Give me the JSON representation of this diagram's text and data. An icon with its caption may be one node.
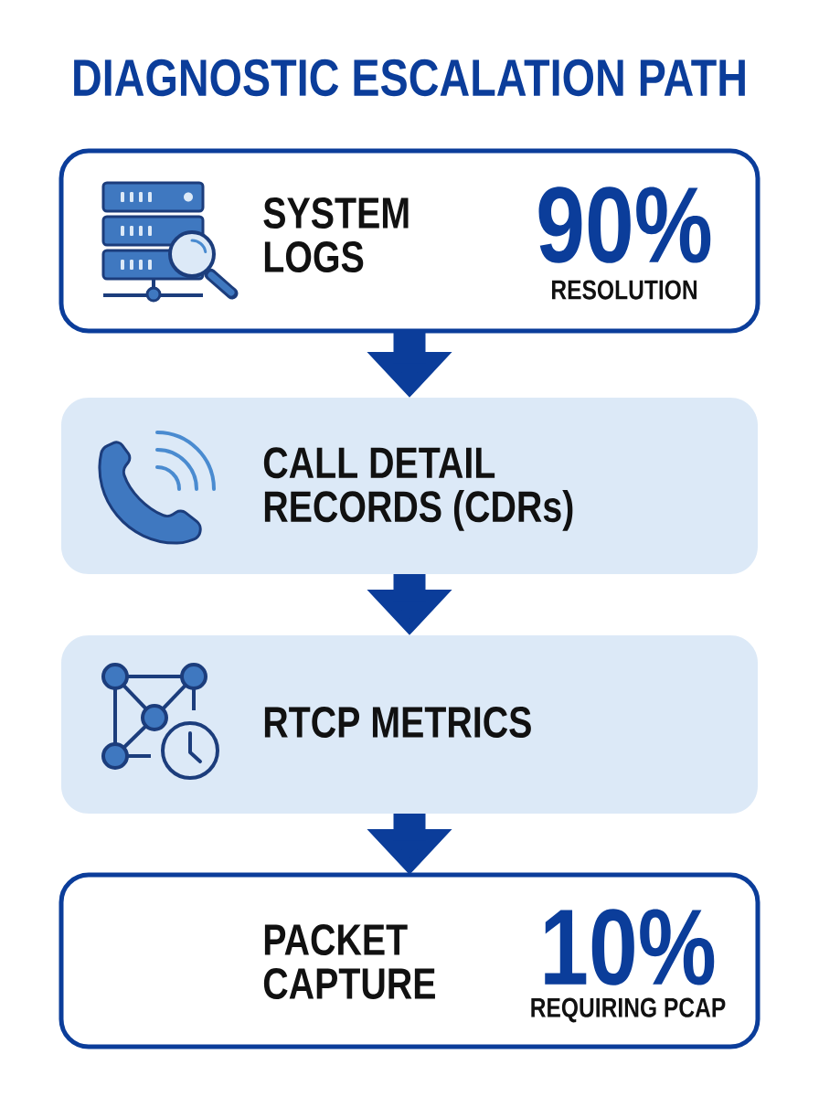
{
  "diagram": {
    "title": "DIAGNOSTIC ESCALATION PATH",
    "nodes": [
      {
        "text": [
          "SYSTEM LOGS",
          "90%",
          "RESOLUTION"
        ]
      },
      {
        "text": [
          "CALL DETAIL RECORDS (CDRs)"
        ]
      },
      {
        "text": [
          "RTCP METRICS"
        ]
      },
      {
        "text": [
          "PACKET CAPTURE",
          "10%",
          "REQUIRING PCAP"
        ]
      }
    ],
    "edges": [
      {
        "from": 0,
        "to": 1,
        "arrow": "to"
      },
      {
        "from": 1,
        "to": 2,
        "arrow": "to"
      },
      {
        "from": 2,
        "to": 3,
        "arrow": "to"
      }
    ]
  }
}
